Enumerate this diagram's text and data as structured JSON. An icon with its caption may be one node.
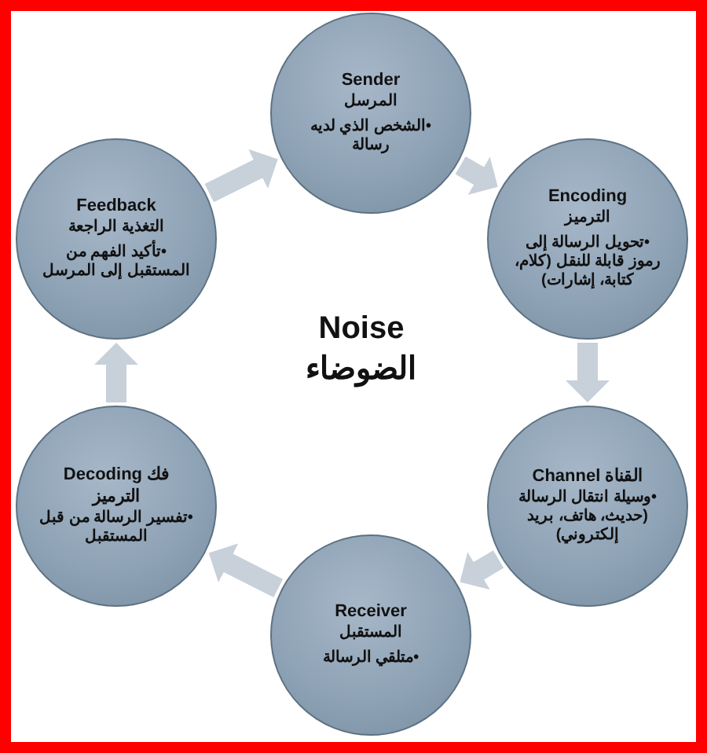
{
  "diagram": {
    "nodes": [
      {
        "text": [
          "Sender",
          "المرسل",
          "•الشخص الذي لديه رسالة"
        ]
      },
      {
        "text": [
          "Encoding",
          "الترميز",
          "•تحويل الرسالة إلى رموز قابلة للنقل (كلام، كتابة، إشارات)"
        ]
      },
      {
        "text": [
          "Channel القناة",
          "•وسيلة انتقال الرسالة (حديث، هاتف، بريد إلكتروني)"
        ]
      },
      {
        "text": [
          "Receiver",
          "المستقبل",
          "•متلقي الرسالة"
        ]
      },
      {
        "text": [
          "Decoding فك الترميز",
          "•تفسير الرسالة من قبل المستقبل"
        ]
      },
      {
        "text": [
          "Feedback",
          "التغذية الراجعة",
          "•تأكيد الفهم من المستقبل إلى المرسل"
        ]
      }
    ],
    "edges": [
      {
        "from": 0,
        "to": 1,
        "arrow": "to"
      },
      {
        "from": 1,
        "to": 2,
        "arrow": "to"
      },
      {
        "from": 2,
        "to": 3,
        "arrow": "to"
      },
      {
        "from": 3,
        "to": 4,
        "arrow": "to"
      },
      {
        "from": 4,
        "to": 5,
        "arrow": "to"
      },
      {
        "from": 5,
        "to": 0,
        "arrow": "to"
      }
    ],
    "labels": [
      "Noise",
      "الضوضاء"
    ]
  }
}
